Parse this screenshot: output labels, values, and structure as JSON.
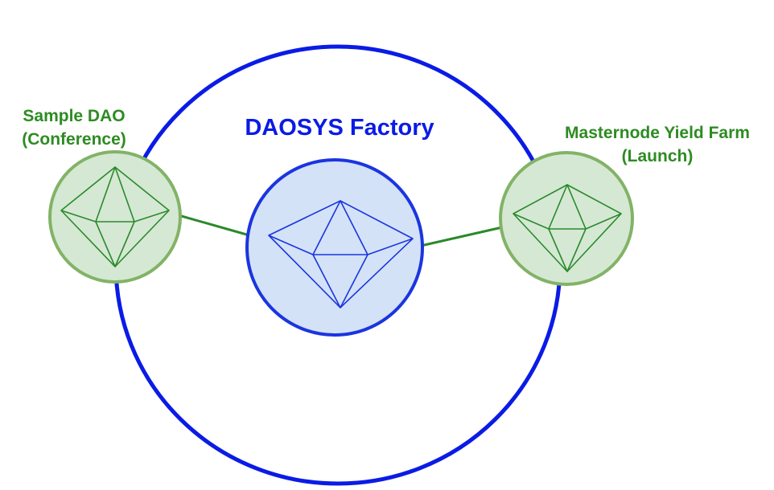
{
  "diagram": {
    "title": "DAOSYS Factory",
    "nodes": {
      "left": {
        "name_line1": "Sample DAO",
        "name_line2": "(Conference)"
      },
      "center": {
        "name": "DAOSYS Factory"
      },
      "right": {
        "name_line1": "Masternode Yield Farm",
        "name_line2": "(Launch)"
      }
    },
    "edges": [
      {
        "from": "left",
        "to": "center"
      },
      {
        "from": "center",
        "to": "right"
      }
    ],
    "colors": {
      "factory_ring": "#0a1be6",
      "factory_fill": "#d3e2f6",
      "factory_stroke": "#1a35e0",
      "node_fill": "#d5e8d4",
      "node_stroke": "#82b366",
      "green_text": "#2e8b22",
      "green_line": "#2a8a2a",
      "title_text": "#0a1be6"
    },
    "icon": "octahedron-icon"
  }
}
